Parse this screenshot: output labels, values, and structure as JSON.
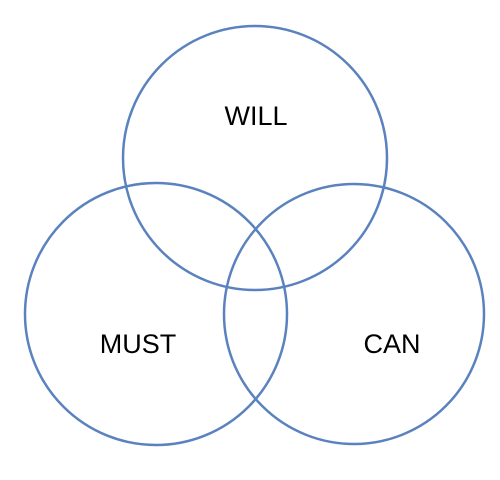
{
  "diagram": {
    "stroke_color": "#5a82be",
    "circles": [
      {
        "label": "WILL"
      },
      {
        "label": "MUST"
      },
      {
        "label": "CAN"
      }
    ]
  }
}
